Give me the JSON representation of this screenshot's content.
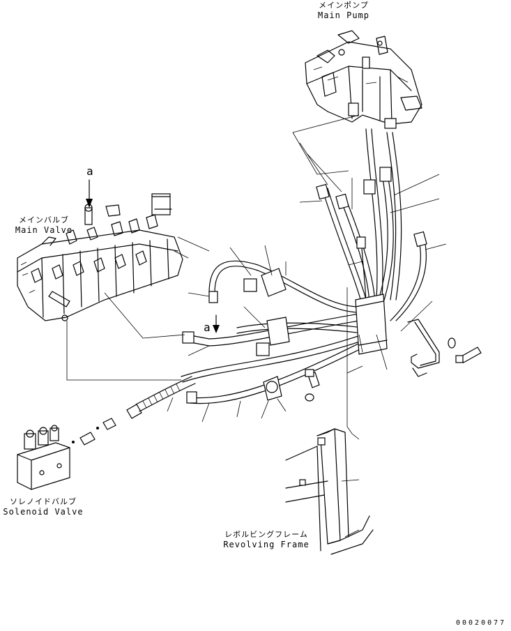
{
  "labels": {
    "main_pump": {
      "jp": "メインポンプ",
      "en": "Main Pump"
    },
    "main_valve": {
      "jp": "メインバルブ",
      "en": "Main Valve"
    },
    "solenoid_valve": {
      "jp": "ソレノイドバルブ",
      "en": "Solenoid Valve"
    },
    "revolving_frame": {
      "jp": "レボルビングフレーム",
      "en": "Revolving Frame"
    }
  },
  "refs": {
    "a_top": "a",
    "a_mid": "a"
  },
  "drawing_code": "00020077"
}
